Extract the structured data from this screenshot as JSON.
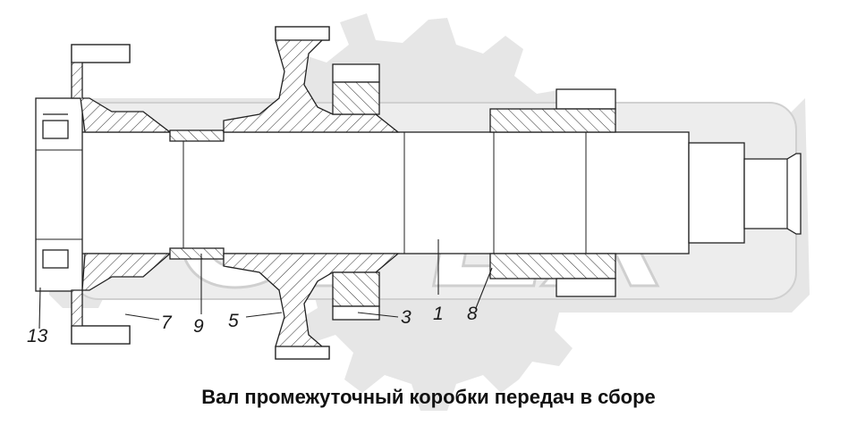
{
  "caption": "Вал промежуточный коробки передач в сборе",
  "watermark": {
    "text": "OPEX",
    "color": "#d9d9d9"
  },
  "callouts": {
    "c13": "13",
    "c7": "7",
    "c9": "9",
    "c5": "5",
    "c3": "3",
    "c1": "1",
    "c8": "8"
  }
}
